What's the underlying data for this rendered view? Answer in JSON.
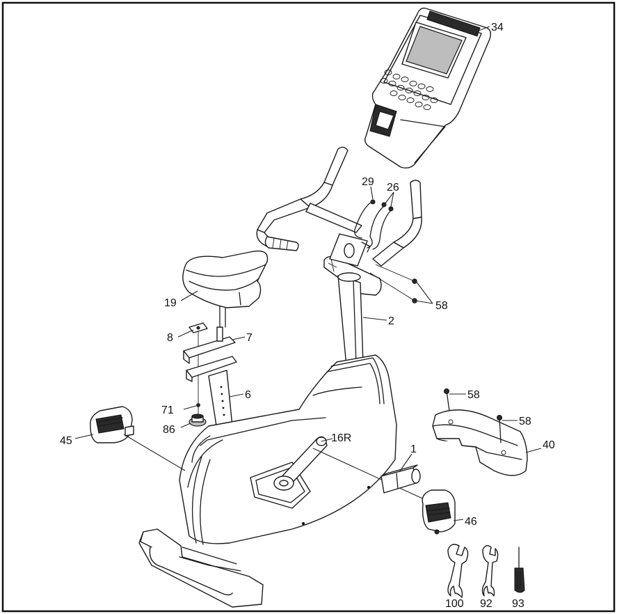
{
  "labels": {
    "console": "34",
    "p29": "29",
    "p26": "26",
    "p58_a": "58",
    "p2": "2",
    "p19": "19",
    "p8": "8",
    "p7": "7",
    "p6": "6",
    "p71": "71",
    "p86": "86",
    "p45": "45",
    "p16r": "16R",
    "p1": "1",
    "p58_b": "58",
    "p58_c": "58",
    "p40": "40",
    "p46": "46",
    "p100": "100",
    "p92": "92",
    "p93": "93"
  }
}
